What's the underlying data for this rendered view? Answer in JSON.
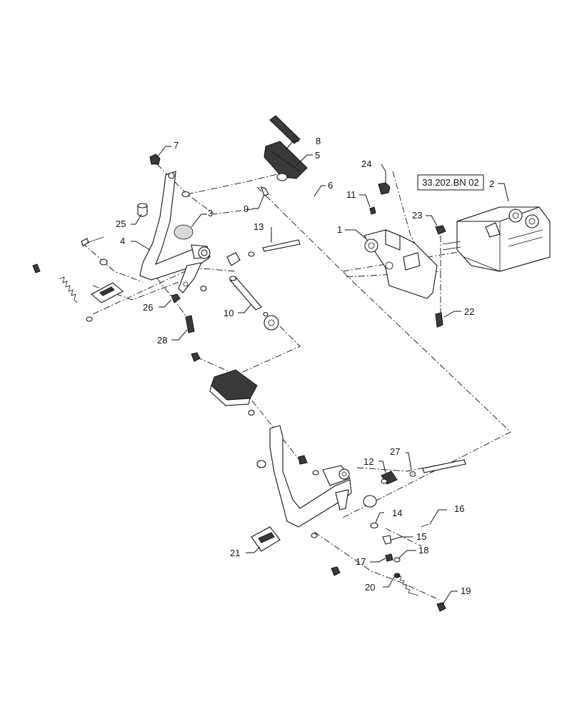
{
  "reference_box": "33.202.BN 02",
  "callouts": [
    "1",
    "2",
    "3",
    "4",
    "5",
    "6",
    "7",
    "8",
    "9",
    "10",
    "11",
    "12",
    "13",
    "14",
    "15",
    "16",
    "17",
    "18",
    "19",
    "20",
    "21",
    "22",
    "23",
    "24",
    "25",
    "26",
    "27",
    "28"
  ]
}
